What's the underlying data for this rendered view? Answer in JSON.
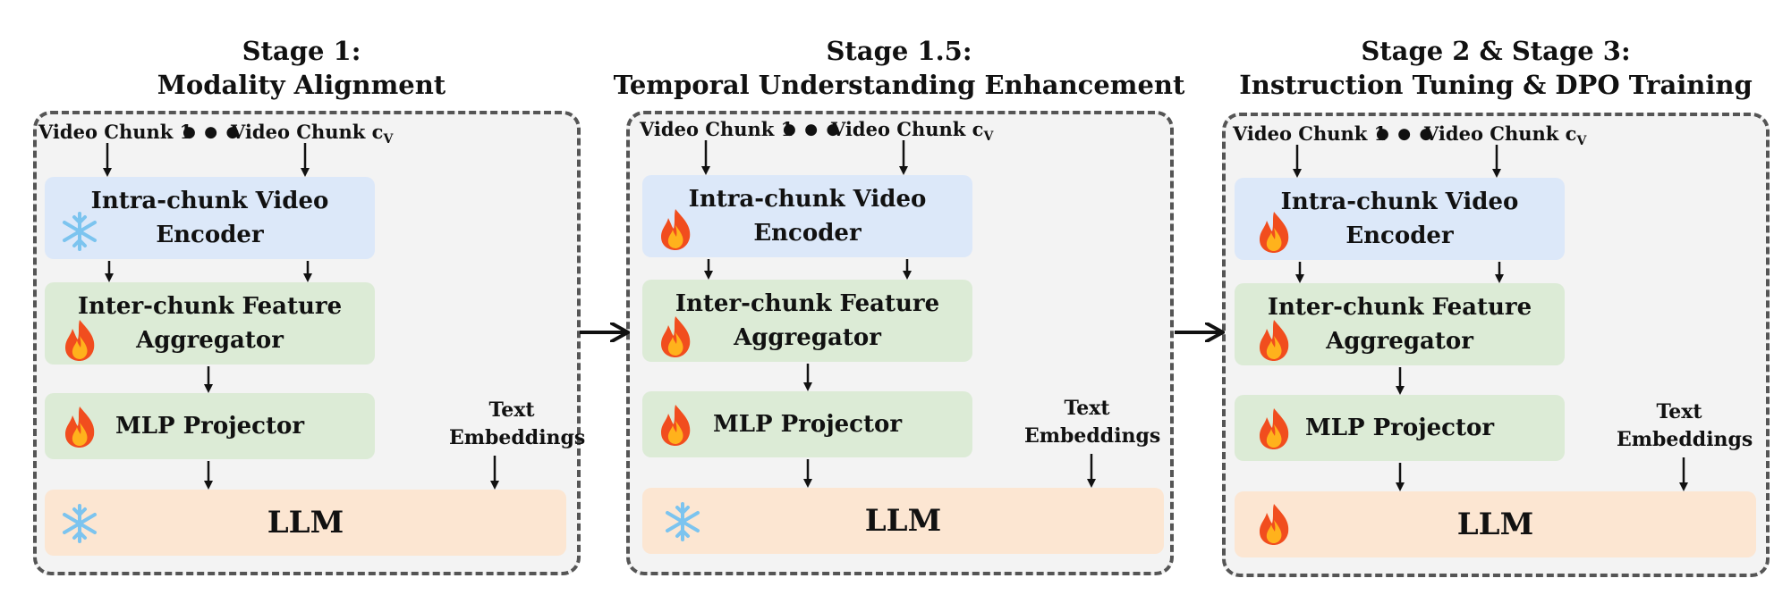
{
  "stages": [
    {
      "title_line1": "Stage 1:",
      "title_line2": "Modality Alignment",
      "chunk_first": "Video Chunk 1",
      "chunk_last": "Video Chunk c",
      "chunk_sub": "V",
      "dots": "● ● ●",
      "encoder_line1": "Intra-chunk Video",
      "encoder_line2": "Encoder",
      "aggregator_line1": "Inter-chunk Feature",
      "aggregator_line2": "Aggregator",
      "projector": "MLP Projector",
      "text_line1": "Text",
      "text_line2": "Embeddings",
      "llm": "LLM",
      "encoder_icon": "snowflake-icon",
      "aggregator_icon": "fire-icon",
      "projector_icon": "fire-icon",
      "llm_icon": "snowflake-icon"
    },
    {
      "title_line1": "Stage 1.5:",
      "title_line2": "Temporal Understanding Enhancement",
      "chunk_first": "Video Chunk 1",
      "chunk_last": "Video Chunk c",
      "chunk_sub": "V",
      "dots": "● ● ●",
      "encoder_line1": "Intra-chunk Video",
      "encoder_line2": "Encoder",
      "aggregator_line1": "Inter-chunk Feature",
      "aggregator_line2": "Aggregator",
      "projector": "MLP Projector",
      "text_line1": "Text",
      "text_line2": "Embeddings",
      "llm": "LLM",
      "encoder_icon": "fire-icon",
      "aggregator_icon": "fire-icon",
      "projector_icon": "fire-icon",
      "llm_icon": "snowflake-icon"
    },
    {
      "title_line1": "Stage 2 & Stage 3:",
      "title_line2": "Instruction Tuning & DPO Training",
      "chunk_first": "Video Chunk 1",
      "chunk_last": "Video Chunk c",
      "chunk_sub": "V",
      "dots": "● ● ●",
      "encoder_line1": "Intra-chunk Video",
      "encoder_line2": "Encoder",
      "aggregator_line1": "Inter-chunk Feature",
      "aggregator_line2": "Aggregator",
      "projector": "MLP Projector",
      "text_line1": "Text",
      "text_line2": "Embeddings",
      "llm": "LLM",
      "encoder_icon": "fire-icon",
      "aggregator_icon": "fire-icon",
      "projector_icon": "fire-icon",
      "llm_icon": "fire-icon"
    }
  ],
  "colors": {
    "encoder": "#dce8f9",
    "aggregator": "#dcebd6",
    "llm": "#fce6d2",
    "frame_border": "#555555"
  }
}
